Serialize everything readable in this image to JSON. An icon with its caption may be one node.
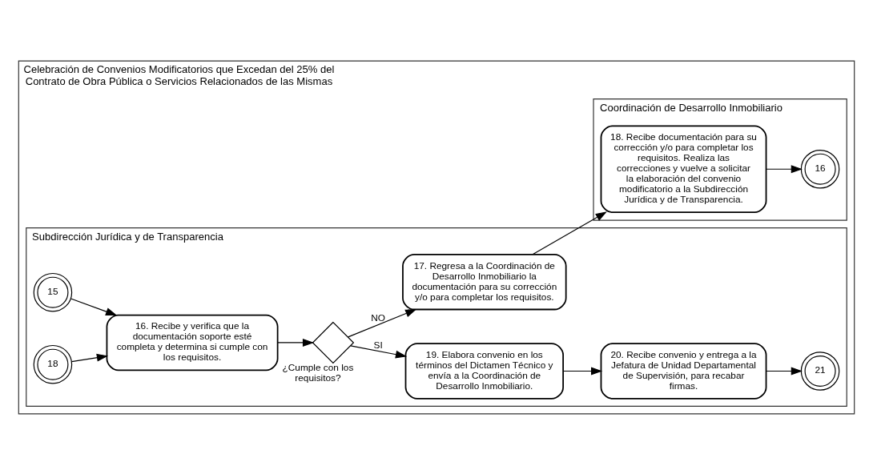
{
  "diagram": {
    "nodes": [
      {
        "text": [
          "Celebración de Convenios Modificatorios que Excedan del 25% del Contrato de Obra Pública o Servicios Relacionados de las Mismas"
        ]
      },
      {
        "text": [
          "Subdirección Jurídica y de Transparencia"
        ],
        "in": 0
      },
      {
        "text": [
          "Coordinación de Desarrollo Inmobiliario"
        ],
        "in": 0
      },
      {
        "text": [
          "15"
        ],
        "in": 1
      },
      {
        "text": [
          "18"
        ],
        "in": 1
      },
      {
        "text": [
          "16. Recibe y verifica que la documentación soporte esté completa y determina si cumple con los requisitos."
        ],
        "in": 1
      },
      {
        "text": [],
        "shape": "diamond",
        "in": 1,
        "beside": [
          "¿Cumple con los requisitos?"
        ]
      },
      {
        "text": [
          "19. Elabora convenio en los términos del Dictamen Técnico y envía a la Coordinación de Desarrollo Inmobiliario."
        ],
        "in": 1
      },
      {
        "text": [
          "17. Regresa a la Coordinación de Desarrollo Inmobiliario la documentación para su corrección y/o para completar los requisitos."
        ],
        "in": 1
      },
      {
        "text": [
          "20. Recibe convenio y entrega a la Jefatura de Unidad Departamental de Supervisión, para recabar firmas."
        ],
        "in": 1
      },
      {
        "text": [
          "21"
        ],
        "in": 1
      },
      {
        "text": [
          "18. Recibe documentación para su corrección y/o para completar los requisitos. Realiza las correcciones y vuelve a solicitar la elaboración del convenio modificatorio a la Subdirección Jurídica y de Transparencia."
        ],
        "in": 2
      },
      {
        "text": [
          "16"
        ],
        "in": 2
      }
    ],
    "edges": [
      {
        "from": 3,
        "to": 5,
        "arrow": "to"
      },
      {
        "from": 4,
        "to": 5,
        "arrow": "to"
      },
      {
        "from": 5,
        "to": 6,
        "arrow": "to"
      },
      {
        "from": 6,
        "to": 7,
        "arrow": "to",
        "label": "SI"
      },
      {
        "from": 6,
        "to": 8,
        "arrow": "to",
        "label": "NO"
      },
      {
        "from": 7,
        "to": 9,
        "arrow": "to"
      },
      {
        "from": 9,
        "to": 10,
        "arrow": "to"
      },
      {
        "from": 8,
        "to": 11,
        "arrow": "to"
      },
      {
        "from": 11,
        "to": 12,
        "arrow": "to"
      }
    ]
  }
}
